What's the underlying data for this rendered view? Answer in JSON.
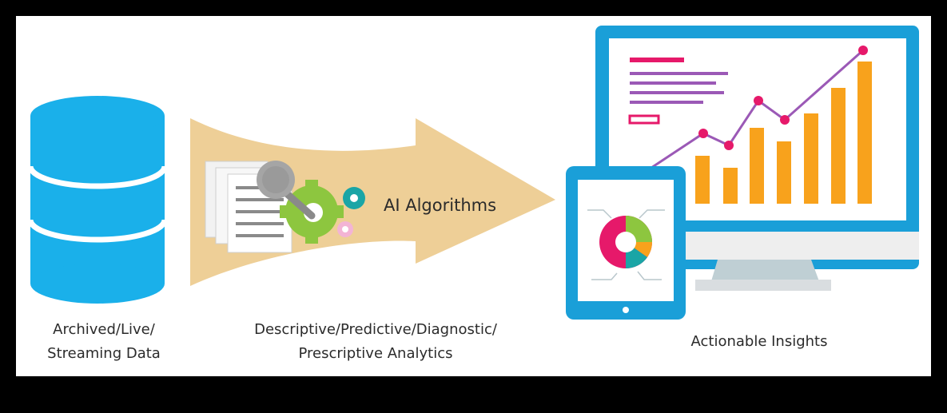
{
  "ai_label": "AI Algorithms",
  "captions": {
    "data": [
      "Archived/Live/",
      "Streaming Data"
    ],
    "analytics": [
      "Descriptive/Predictive/Diagnostic/",
      "Prescriptive Analytics"
    ],
    "insights": "Actionable Insights"
  },
  "colors": {
    "database": "#1ab0ea",
    "arrow": "#eecf97",
    "device_frame": "#1a9fd8",
    "bars": "#f8a21c",
    "line": "#9b59b6",
    "points": "#e6196a",
    "gear_green": "#8dc63f",
    "gear_teal": "#1aa5a6"
  }
}
